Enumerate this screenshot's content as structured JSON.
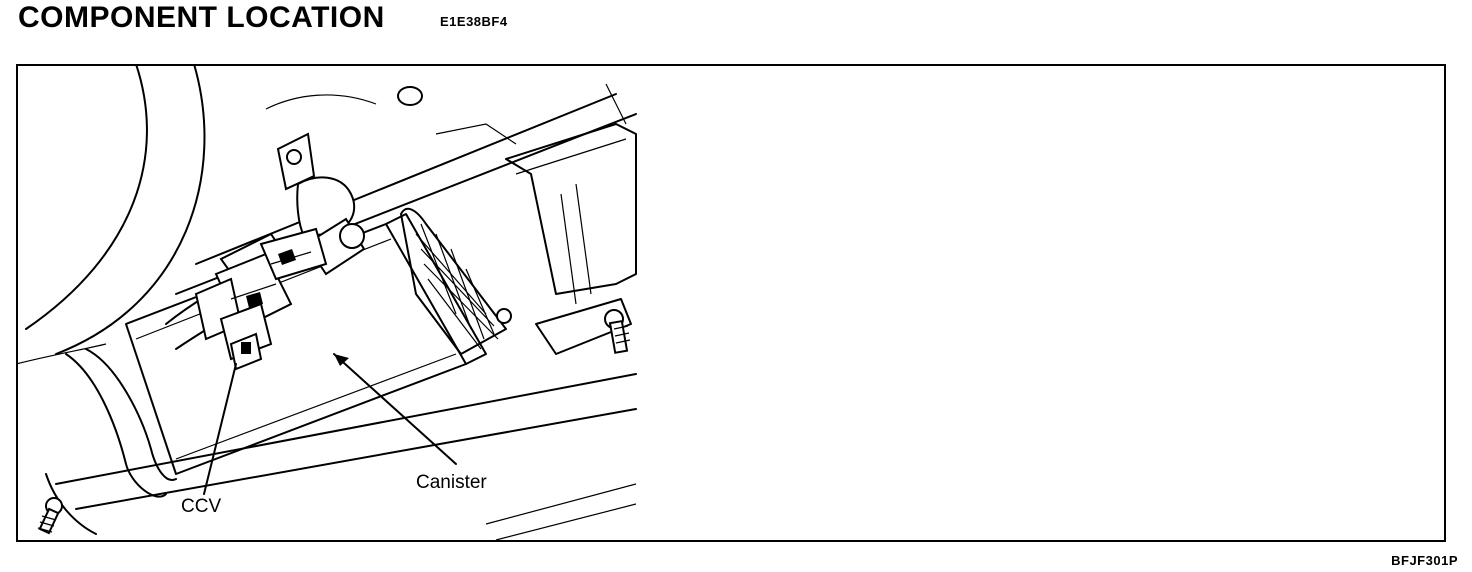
{
  "header": {
    "title": "COMPONENT LOCATION",
    "code": "E1E38BF4"
  },
  "diagram": {
    "callouts": [
      {
        "id": "ccv",
        "label": "CCV"
      },
      {
        "id": "canister",
        "label": "Canister"
      }
    ]
  },
  "footer": {
    "figure_code": "BFJF301P"
  }
}
